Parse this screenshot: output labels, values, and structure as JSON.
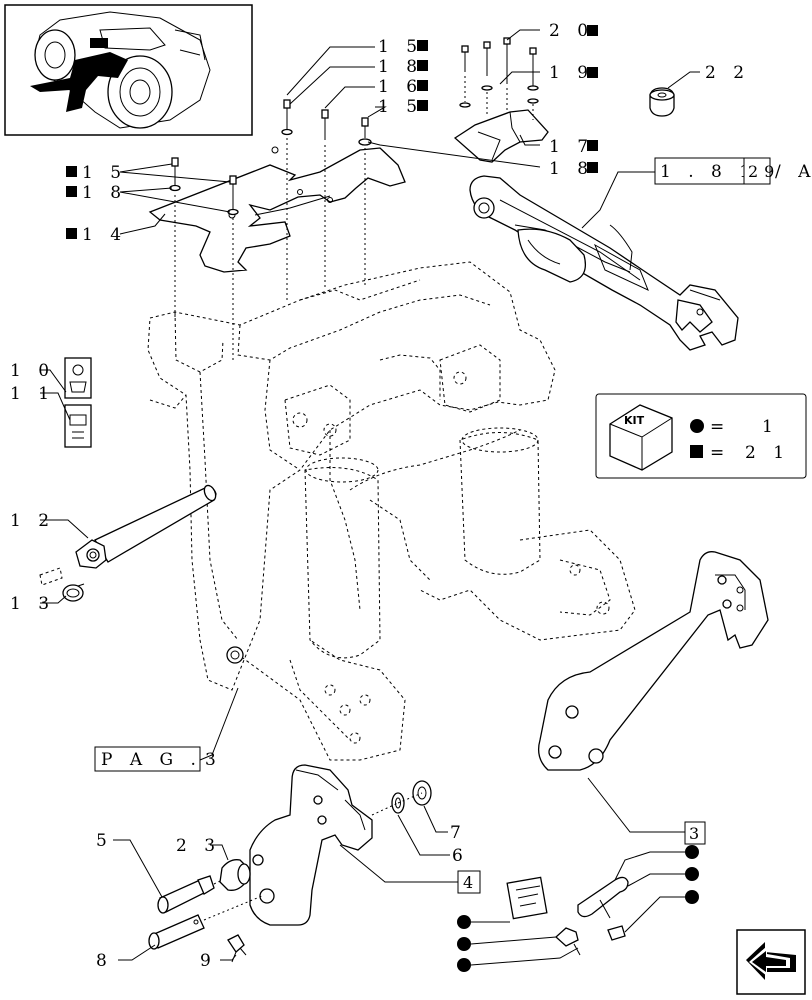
{
  "callouts": {
    "c15a": "1 5",
    "c18a": "1 8",
    "c16": "1 6",
    "c15b": "1 5",
    "c20": "2 0",
    "c19": "1 9",
    "c22": "2 2",
    "c17": "1 7",
    "c18b": "1 8",
    "c15c": "1 5",
    "c18c": "1 8",
    "c14": "1 4",
    "c10": "1 0",
    "c11": "1 1",
    "c12": "1 2",
    "c13": "1 3",
    "c5": "5",
    "c23": "2 3",
    "c7": "7",
    "c6": "6",
    "c8": "8",
    "c9": "9"
  },
  "refs": {
    "top_link_ref": "1 . 8 1 .",
    "top_link_ref_box": "29",
    "top_link_ref_suffix": "/ A",
    "pag_label": "P A G .",
    "pag_number": "3",
    "ref_3": "3",
    "ref_4": "4"
  },
  "kit": {
    "title": "KIT",
    "circle_qty": "1",
    "square_qty": "2 1",
    "equals": "="
  },
  "colors": {
    "ink": "#000000",
    "paper": "#ffffff"
  }
}
